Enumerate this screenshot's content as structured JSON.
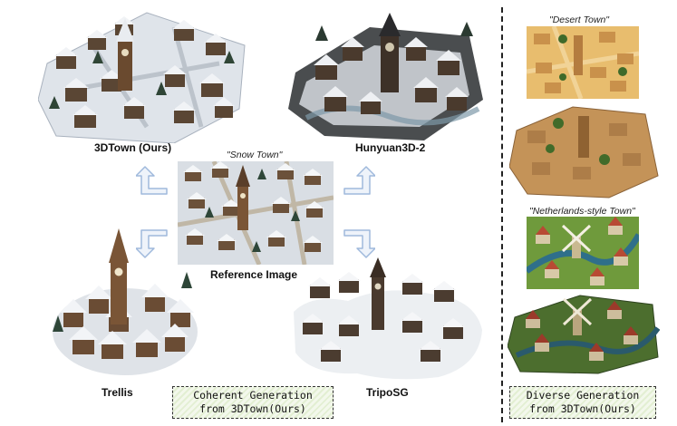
{
  "panels": {
    "ours": {
      "label": "3DTown (Ours)"
    },
    "hunyuan": {
      "label": "Hunyuan3D-2"
    },
    "reference": {
      "quote": "\"Snow Town\"",
      "label": "Reference Image"
    },
    "trellis": {
      "label": "Trellis"
    },
    "triposg": {
      "label": "TripoSG"
    }
  },
  "diverse": {
    "desert": {
      "quote": "\"Desert Town\""
    },
    "netherlands": {
      "quote": "\"Netherlands-style Town\""
    }
  },
  "notes": {
    "coherent": {
      "line1": "Coherent Generation",
      "line2": "from 3DTown(Ours)"
    },
    "diverse": {
      "line1": "Diverse Generation",
      "line2": "from 3DTown(Ours)"
    }
  },
  "colors": {
    "arrow": "#9fb9dc",
    "snow": "#f1f3f6",
    "wood": "#5a4634",
    "grass": "#6f9a3c",
    "sand": "#e3b56a"
  }
}
